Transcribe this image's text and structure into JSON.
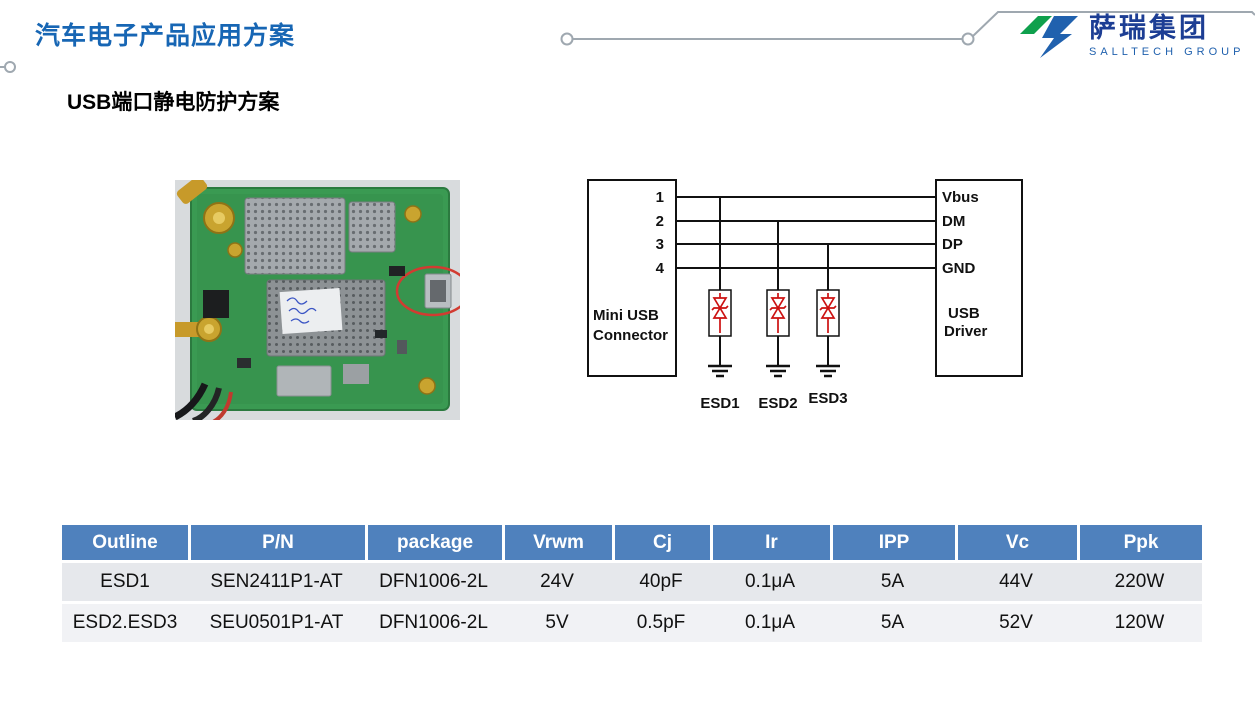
{
  "colors": {
    "title-blue": "#1766B4",
    "table-header-blue": "#4F81BD",
    "logo-green": "#0FA04D",
    "logo-blue": "#2061AE",
    "logo-text-blue": "#1D3E94",
    "deco-gray": "#9FA8B0",
    "annotation-red": "#D23B31"
  },
  "header": {
    "title": "汽车电子产品应用方案"
  },
  "logo": {
    "company": "萨瑞集团",
    "group": "SALLTECH GROUP"
  },
  "section": {
    "subtitle": "USB端口静电防护方案"
  },
  "diagram": {
    "connector": {
      "pins": [
        "1",
        "2",
        "3",
        "4"
      ],
      "label1": "Mini USB",
      "label2": "Connector"
    },
    "driver": {
      "signals": [
        "Vbus",
        "DM",
        "DP",
        "GND"
      ],
      "label1": "USB",
      "label2": "Driver"
    },
    "esd": [
      "ESD1",
      "ESD2",
      "ESD3"
    ]
  },
  "table": {
    "headers": [
      "Outline",
      "P/N",
      "package",
      "Vrwm",
      "Cj",
      "Ir",
      "IPP",
      "Vc",
      "Ppk"
    ],
    "rows": [
      [
        "ESD1",
        "SEN2411P1-AT",
        "DFN1006-2L",
        "24V",
        "40pF",
        "0.1μA",
        "5A",
        "44V",
        "220W"
      ],
      [
        "ESD2.ESD3",
        "SEU0501P1-AT",
        "DFN1006-2L",
        "5V",
        "0.5pF",
        "0.1μA",
        "5A",
        "52V",
        "120W"
      ]
    ]
  }
}
